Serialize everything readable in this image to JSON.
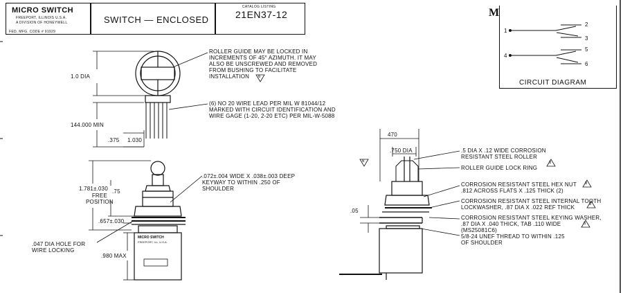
{
  "title_block": {
    "company": "MICRO SWITCH",
    "company_line2": "FREEPORT, ILLINOIS U.S.A.",
    "company_line3": "A DIVISION OF HONEYWELL",
    "company_line4": "FED. MFG. CODE # 91929",
    "description": "SWITCH — ENCLOSED",
    "catalog_label": "CATALOG LISTING",
    "catalog_number": "21EN37-12"
  },
  "circuit_diagram": {
    "title": "CIRCUIT DIAGRAM",
    "corner_mark": "M",
    "terminals": [
      "1",
      "2",
      "3",
      "4",
      "5",
      "6"
    ]
  },
  "dimensions": {
    "dia_top": "1.0 DIA",
    "min_length": "144.000 MIN",
    "lead_spacing": ".375",
    "lead_tol": "1.030",
    "free_position": "1.781±.030",
    "free_position_label": "FREE\nPOSITION",
    "dim_75": ".75",
    "dim_657": ".657±.030",
    "max_980": ".980 MAX",
    "dim_470": "470",
    "dia_750": ".750 DIA",
    "dim_05": ".05"
  },
  "callouts": {
    "roller_guide": "ROLLER GUIDE MAY BE LOCKED IN\nINCREMENTS OF 45° AZIMUTH. IT MAY\nALSO BE UNSCREWED AND REMOVED\nFROM BUSHING TO FACILITATE\nINSTALLATION",
    "wire_lead": "(6) NO 20 WIRE LEAD PER MIL W 81044/12\nMARKED WITH CIRCUIT IDENTIFICATION AND\nWIRE GAGE (1-20, 2-20 ETC) PER MIL-W-5088",
    "keyway": ".072±.004 WIDE X .038±.003 DEEP\nKEYWAY TO WITHIN .250 OF\nSHOULDER",
    "hole": ".047 DIA HOLE FOR\nWIRE LOCKING",
    "roller": ".5 DIA X .12 WIDE CORROSION\nRESISTANT STEEL ROLLER",
    "lock_ring": "ROLLER GUIDE LOCK RING",
    "hex_nut": "CORROSION RESISTANT STEEL HEX NUT\n.812 ACROSS FLATS X .125 THICK (2)",
    "lockwasher": "CORROSION RESISTANT STEEL INTERNAL TOOTH\nLOCKWASHER, .87 DIA X .022 REF THICK",
    "keying_washer": "CORROSION RESISTANT STEEL KEYING WASHER,\n.87 DIA X .040 THICK, TAB .110 WIDE\n(MS25081C6)",
    "thread": "5/8-24 UNEF THREAD TO WITHIN .125\nOF SHOULDER"
  },
  "notes": {
    "flag_number": "6"
  },
  "body_label": {
    "line1": "MICRO SWITCH",
    "line2": "FREEPORT, ILL. U.S.A."
  }
}
